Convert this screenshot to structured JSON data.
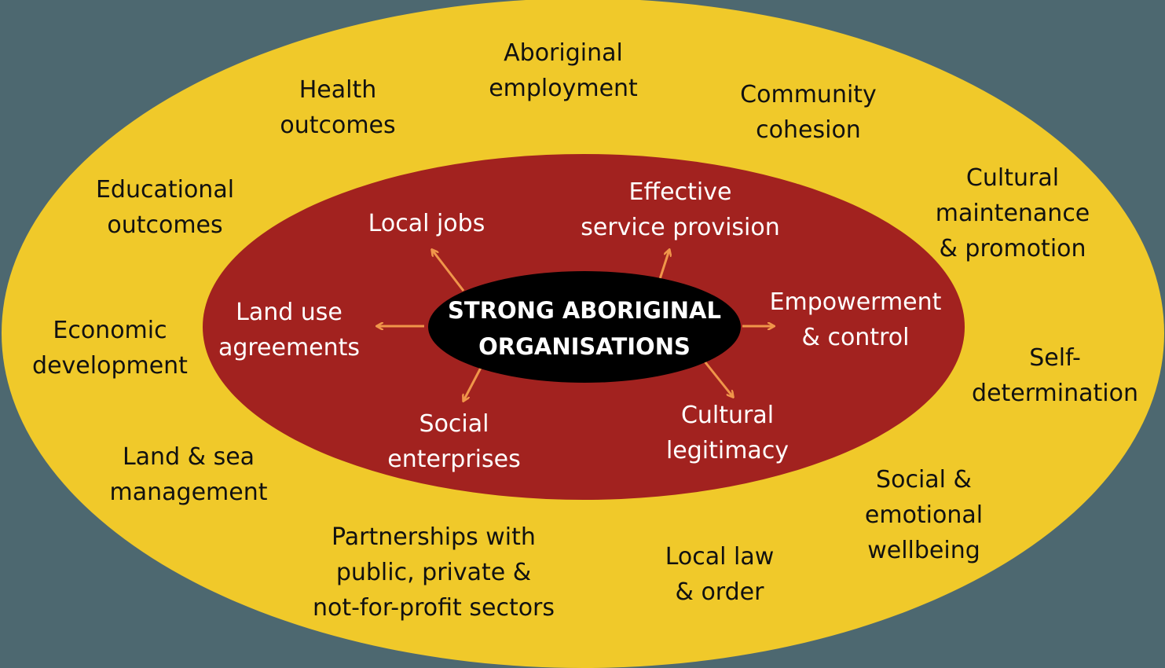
{
  "colors": {
    "background": "#4d6870",
    "outer": "#f0c92a",
    "inner": "#a2221f",
    "core": "#000000",
    "arrow": "#f0964a"
  },
  "core": {
    "line1": "STRONG ABORIGINAL",
    "line2": "ORGANISATIONS"
  },
  "inner_ring": [
    {
      "l1": "Local jobs"
    },
    {
      "l1": "Effective",
      "l2": "service provision"
    },
    {
      "l1": "Land use",
      "l2": "agreements"
    },
    {
      "l1": "Empowerment",
      "l2": "& control"
    },
    {
      "l1": "Social",
      "l2": "enterprises"
    },
    {
      "l1": "Cultural",
      "l2": "legitimacy"
    }
  ],
  "outer_ring": [
    {
      "l1": "Aboriginal",
      "l2": "employment"
    },
    {
      "l1": "Health",
      "l2": "outcomes"
    },
    {
      "l1": "Community",
      "l2": "cohesion"
    },
    {
      "l1": "Educational",
      "l2": "outcomes"
    },
    {
      "l1": "Cultural",
      "l2": "maintenance",
      "l3": "& promotion"
    },
    {
      "l1": "Economic",
      "l2": "development"
    },
    {
      "l1": "Self-",
      "l2": "determination"
    },
    {
      "l1": "Land & sea",
      "l2": "management"
    },
    {
      "l1": "Social &",
      "l2": "emotional",
      "l3": "wellbeing"
    },
    {
      "l1": "Partnerships with",
      "l2": "public, private &",
      "l3": "not-for-profit sectors"
    },
    {
      "l1": "Local law",
      "l2": "& order"
    }
  ]
}
